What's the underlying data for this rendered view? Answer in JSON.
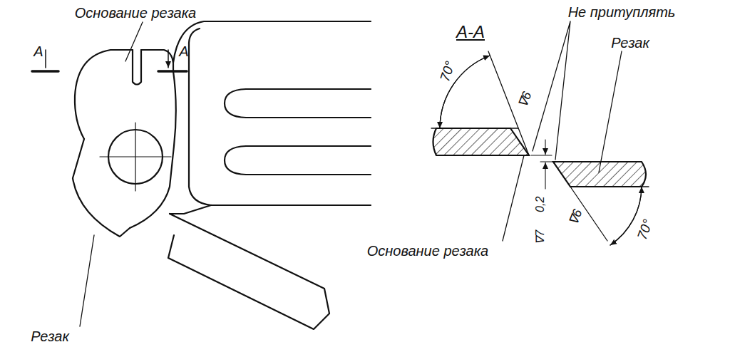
{
  "diagram": {
    "labels": [
      "Основание резака",
      "А",
      "А",
      "Резак",
      "А-А",
      "70°",
      "∇6",
      "Не притуплять",
      "Резак",
      "0,2",
      "∇7",
      "Основание резака",
      "70°",
      "∇6"
    ]
  }
}
